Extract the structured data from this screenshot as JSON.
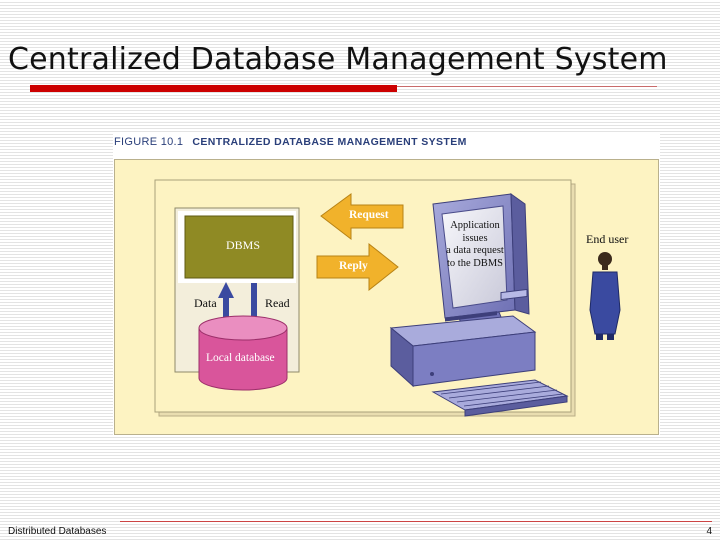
{
  "slide": {
    "title": "Centralized Database Management System",
    "footer_left": "Distributed Databases",
    "page_number": "4"
  },
  "figure": {
    "number": "FIGURE 10.1",
    "title": "CENTRALIZED DATABASE MANAGEMENT SYSTEM",
    "labels": {
      "dbms": "DBMS",
      "data": "Data",
      "read": "Read",
      "local_database": "Local database",
      "request": "Request",
      "reply": "Reply",
      "app_line1": "Application",
      "app_line2": "issues",
      "app_line3": "a data request",
      "app_line4": "to the DBMS",
      "end_user": "End user"
    }
  },
  "colors": {
    "title_accent": "#cc0000",
    "panel_bg": "#fdf3c2",
    "dbms_box": "#8f8a24",
    "database": "#d9559b",
    "arrows": "#f1b22b",
    "arrow_down": "#3a4aa0",
    "monitor": "#8c8ec9",
    "caption": "#2a3f7a"
  }
}
